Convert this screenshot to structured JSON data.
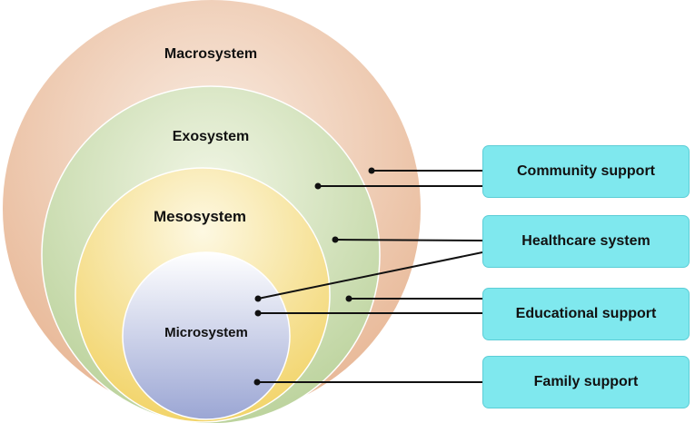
{
  "systems": {
    "macro": "Macrosystem",
    "exo": "Exosystem",
    "meso": "Mesosystem",
    "micro": "Microsystem"
  },
  "supports": {
    "community": "Community support",
    "healthcare": "Healthcare system",
    "educational": "Educational support",
    "family": "Family support"
  },
  "colors": {
    "macro": "#eec0a2",
    "exo": "#c9dcb0",
    "meso": "#f7e6a0",
    "micro": "#aeb6da",
    "box": "#7fe8ee"
  }
}
